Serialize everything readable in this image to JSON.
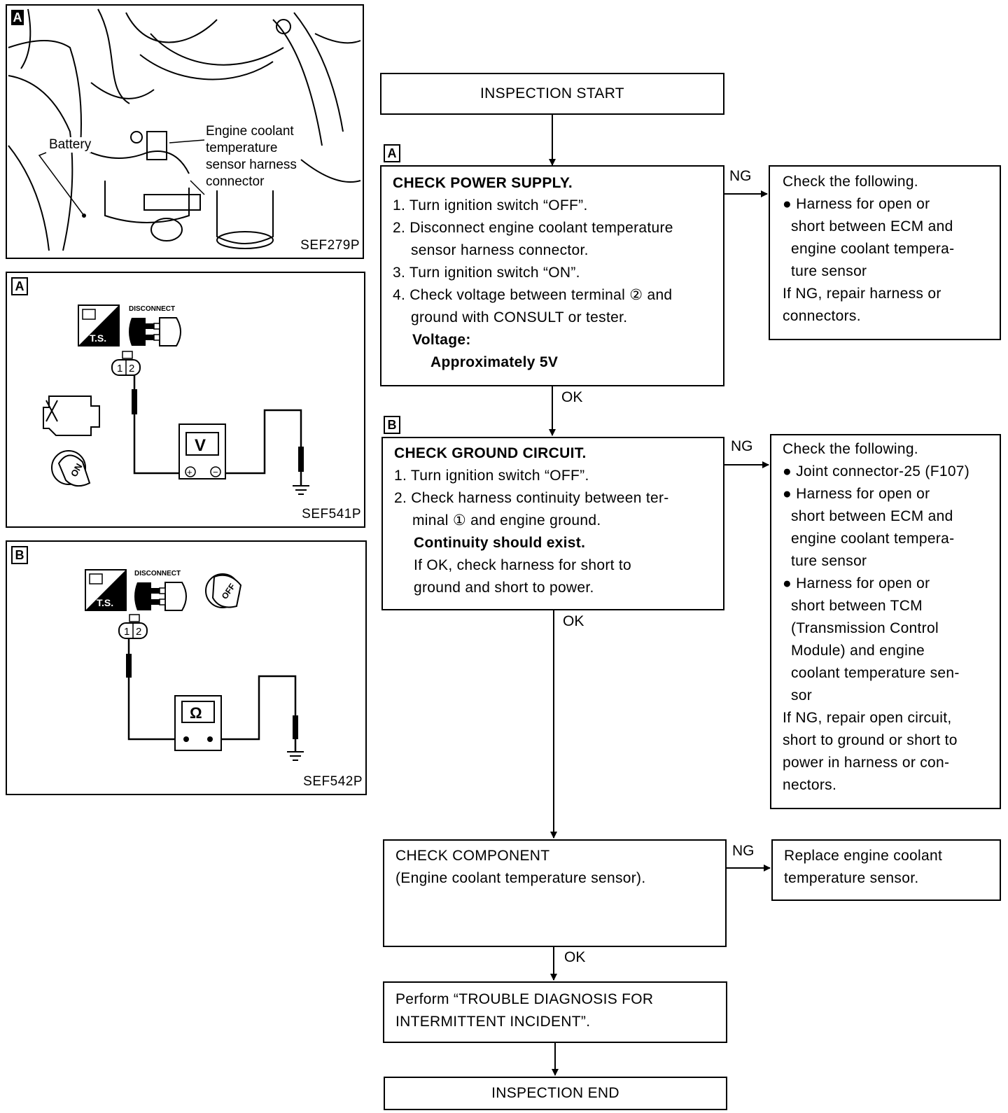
{
  "figures": {
    "photo": {
      "tag": "A",
      "code": "SEF279P",
      "battery_label": "Battery",
      "sensor_label": [
        "Engine coolant",
        "temperature",
        "sensor harness",
        "connector"
      ]
    },
    "voltage_diagram": {
      "tag": "A",
      "code": "SEF541P",
      "disconnect": "DISCONNECT",
      "ts": "T.S.",
      "terminals": [
        "1",
        "2"
      ],
      "meter": "V",
      "key": "ON"
    },
    "ohm_diagram": {
      "tag": "B",
      "code": "SEF542P",
      "disconnect": "DISCONNECT",
      "ts": "T.S.",
      "terminals": [
        "1",
        "2"
      ],
      "meter": "Ω",
      "key": "OFF"
    }
  },
  "flow": {
    "start": "INSPECTION START",
    "end": "INSPECTION END",
    "step_a": {
      "tag": "A",
      "title": "CHECK POWER SUPPLY.",
      "lines": [
        "1. Turn ignition switch “OFF”.",
        "2. Disconnect engine coolant temperature",
        "    sensor harness connector.",
        "3. Turn ignition switch “ON”.",
        "4. Check voltage between terminal ② and",
        "    ground with CONSULT or tester."
      ],
      "spec_label": "Voltage:",
      "spec_value": "Approximately 5V"
    },
    "step_a_ng": {
      "lines": [
        "Check the following.",
        "● Harness for open or",
        "   short between ECM and",
        "   engine coolant tempera-",
        "   ture sensor",
        "If NG, repair harness or",
        "connectors."
      ]
    },
    "step_b": {
      "tag": "B",
      "title": "CHECK GROUND CIRCUIT.",
      "lines": [
        "1. Turn ignition switch “OFF”.",
        "2. Check harness continuity between ter-",
        "    minal ① and engine ground."
      ],
      "spec_label": "Continuity should exist.",
      "after": [
        "If OK, check harness for short to",
        "ground and short to power."
      ]
    },
    "step_b_ng": {
      "lines": [
        "Check the following.",
        "● Joint connector-25 (F107)",
        "● Harness for open or",
        "   short between ECM and",
        "   engine coolant tempera-",
        "   ture sensor",
        "● Harness for open or",
        "   short between TCM",
        "   (Transmission Control",
        "   Module) and engine",
        "   coolant temperature sen-",
        "   sor",
        "If NG, repair open circuit,",
        "short to ground or short to",
        "power in harness or con-",
        "nectors."
      ]
    },
    "step_c": {
      "lines": [
        "CHECK COMPONENT",
        "(Engine coolant temperature sensor)."
      ]
    },
    "step_c_ng": {
      "lines": [
        "Replace engine coolant",
        "temperature sensor."
      ]
    },
    "step_d": {
      "lines": [
        "Perform “TROUBLE DIAGNOSIS FOR",
        "INTERMITTENT INCIDENT”."
      ]
    },
    "labels": {
      "ok": "OK",
      "ng": "NG"
    }
  }
}
